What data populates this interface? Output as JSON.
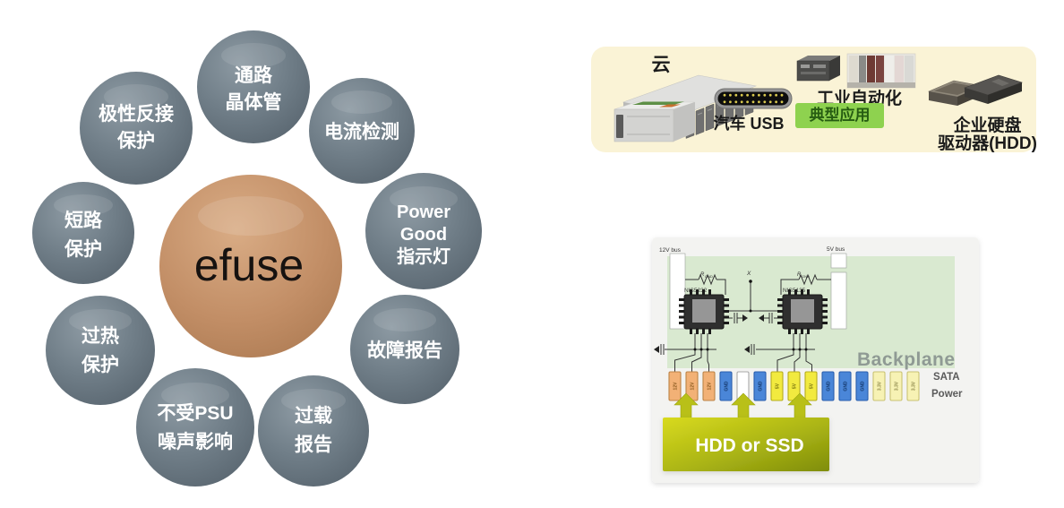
{
  "efuse_diagram": {
    "center": {
      "label": "efuse",
      "color": "#c28e66"
    },
    "satellite_color": "#6e7c86",
    "circles": [
      {
        "lines": [
          "通路",
          "晶体管"
        ]
      },
      {
        "lines": [
          "电流检测"
        ]
      },
      {
        "lines": [
          "Power",
          "Good",
          "指示灯"
        ]
      },
      {
        "lines": [
          "故障报告"
        ]
      },
      {
        "lines": [
          "过载",
          "报告"
        ]
      },
      {
        "lines": [
          "不受PSU",
          "噪声影响"
        ]
      },
      {
        "lines": [
          "过热",
          "保护"
        ]
      },
      {
        "lines": [
          "短路",
          "保护"
        ]
      },
      {
        "lines": [
          "极性反接",
          "保护"
        ]
      }
    ]
  },
  "applications": {
    "cloud_label": "云",
    "usb_label": "汽车 USB",
    "industrial_label": "工业自动化",
    "typical_badge": "典型应用",
    "hdd_label_line1": "企业硬盘",
    "hdd_label_line2": "驱动器(HDD)",
    "badge_color": "#8ed24f",
    "panel_color": "#faf3d6"
  },
  "circuit": {
    "bus_left_label": "12V bus",
    "bus_right_label": "5V bus",
    "resistor_label": "R",
    "resistor_sub": "GND",
    "chip_left": "NIS5232",
    "chip_right": "NIS5135",
    "x_label": "X",
    "backplane_label": "Backplane",
    "sata_label_line1": "SATA",
    "sata_label_line2": "Power",
    "hdd_box_label": "HDD or SSD",
    "backplane_color": "#d9e9d0",
    "hdd_box_color": "#aab414",
    "pins": [
      {
        "label": "12V",
        "color": "#f2b176",
        "stroke": "#bc8446",
        "text_color": "#8a5a20"
      },
      {
        "label": "12V",
        "color": "#f2b176",
        "stroke": "#bc8446",
        "text_color": "#8a5a20"
      },
      {
        "label": "12V",
        "color": "#f2b176",
        "stroke": "#bc8446",
        "text_color": "#8a5a20"
      },
      {
        "label": "GND",
        "color": "#4a86d8",
        "stroke": "#2b5fae",
        "text_color": "#14386b"
      },
      {
        "label": "",
        "color": "#ffffff",
        "stroke": "#a8a8a8",
        "text_color": "#888888"
      },
      {
        "label": "GND",
        "color": "#4a86d8",
        "stroke": "#2b5fae",
        "text_color": "#14386b"
      },
      {
        "label": "5V",
        "color": "#f2ea3f",
        "stroke": "#b6ad1d",
        "text_color": "#74700e"
      },
      {
        "label": "5V",
        "color": "#f2ea3f",
        "stroke": "#b6ad1d",
        "text_color": "#74700e"
      },
      {
        "label": "5V",
        "color": "#f2ea3f",
        "stroke": "#b6ad1d",
        "text_color": "#74700e"
      },
      {
        "label": "GND",
        "color": "#4a86d8",
        "stroke": "#2b5fae",
        "text_color": "#14386b"
      },
      {
        "label": "GND",
        "color": "#4a86d8",
        "stroke": "#2b5fae",
        "text_color": "#14386b"
      },
      {
        "label": "GND",
        "color": "#4a86d8",
        "stroke": "#2b5fae",
        "text_color": "#14386b"
      },
      {
        "label": "3.3V",
        "color": "#f7f2b4",
        "stroke": "#c9c272",
        "text_color": "#8d874a"
      },
      {
        "label": "3.3V",
        "color": "#f7f2b4",
        "stroke": "#c9c272",
        "text_color": "#8d874a"
      },
      {
        "label": "3.3V",
        "color": "#f7f2b4",
        "stroke": "#c9c272",
        "text_color": "#8d874a"
      }
    ]
  }
}
